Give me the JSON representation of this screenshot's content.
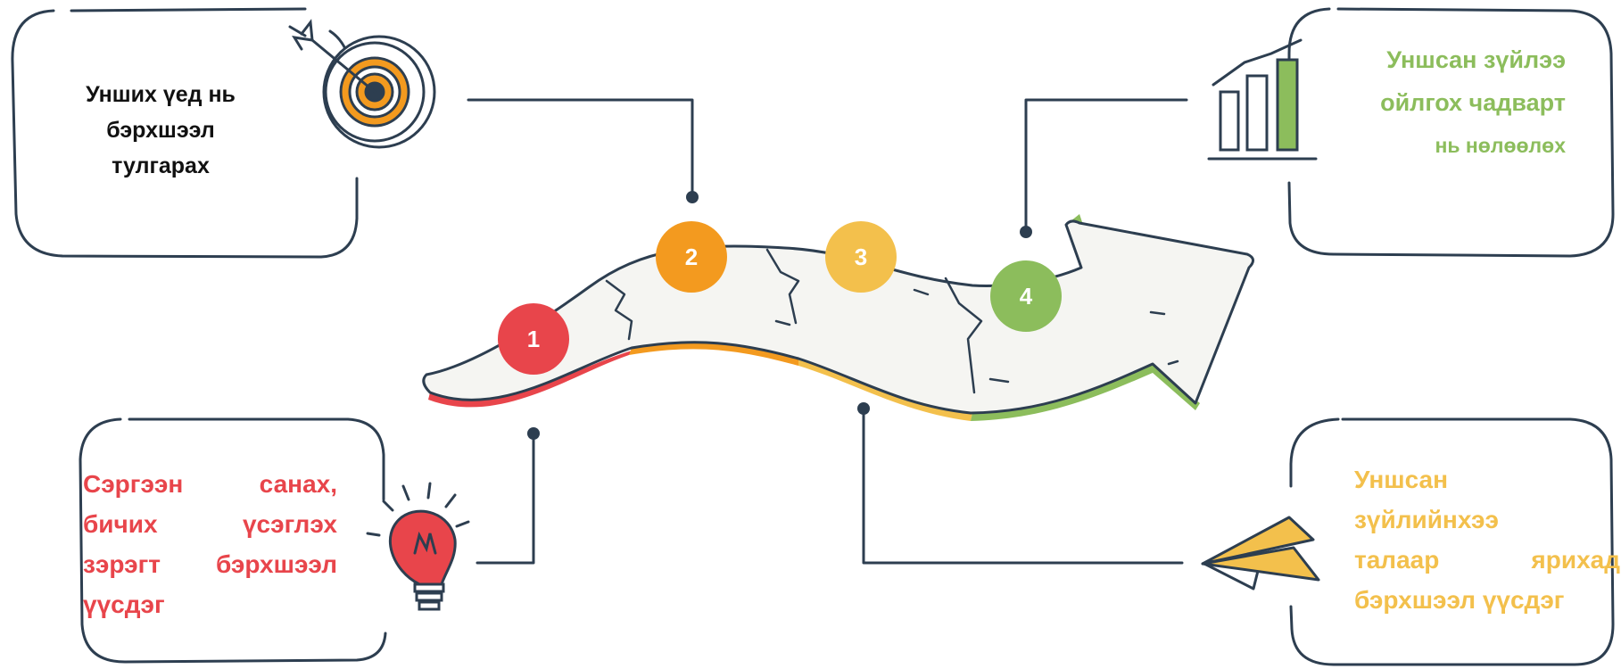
{
  "steps": [
    {
      "number": "1",
      "color": "#e8454b",
      "text_lines": [
        "Сэргээн санах,",
        "бичих үсэглэх",
        "зэрэгт бэрхшээл",
        "үүсдэг"
      ],
      "icon": "lightbulb-icon"
    },
    {
      "number": "2",
      "color": "#f39a1f",
      "text_lines": [
        "Унших үед нь",
        "бэрхшээл",
        "тулгарах"
      ],
      "icon": "target-icon"
    },
    {
      "number": "3",
      "color": "#f3c04c",
      "text_lines": [
        "Уншсан",
        "зүйлийнхээ",
        "талаар ярихад",
        "бэрхшээл үүсдэг"
      ],
      "icon": "paper-plane-icon"
    },
    {
      "number": "4",
      "color": "#8cbd5c",
      "text_lines": [
        "Уншсан зүйлээ",
        "ойлгох чадварт",
        "нь нөлөөлөх"
      ],
      "icon": "bar-chart-icon"
    }
  ],
  "colors": {
    "outline": "#2d3e50",
    "text_dark": "#111111"
  }
}
